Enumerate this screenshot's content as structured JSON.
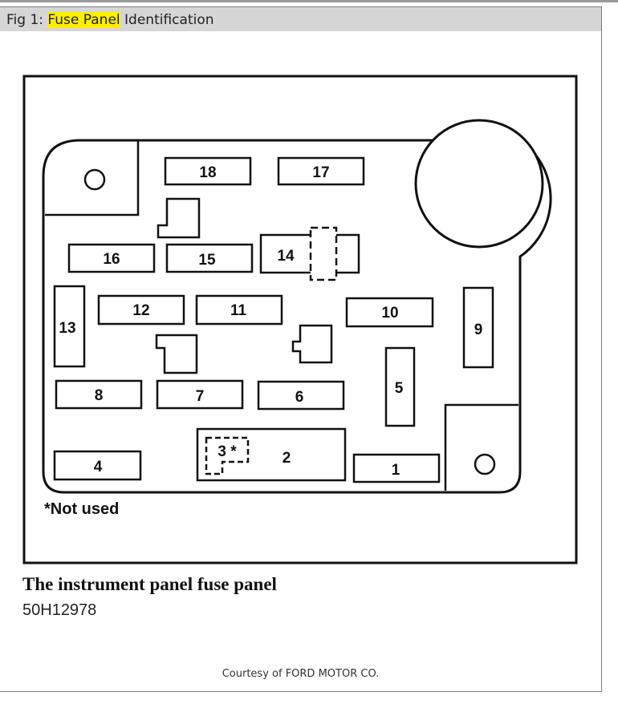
{
  "header": {
    "prefix": "Fig 1: ",
    "highlight": "Fuse Panel",
    "suffix": " Identification"
  },
  "diagram": {
    "fuses": [
      "18",
      "17",
      "16",
      "15",
      "14",
      "13",
      "12",
      "11",
      "10",
      "9",
      "8",
      "7",
      "6",
      "5",
      "4",
      "3 *",
      "2",
      "1"
    ],
    "note": "*Not used"
  },
  "caption": {
    "title": "The instrument panel fuse panel",
    "code": "50H12978"
  },
  "footer": {
    "courtesy": "Courtesy of FORD MOTOR CO."
  }
}
